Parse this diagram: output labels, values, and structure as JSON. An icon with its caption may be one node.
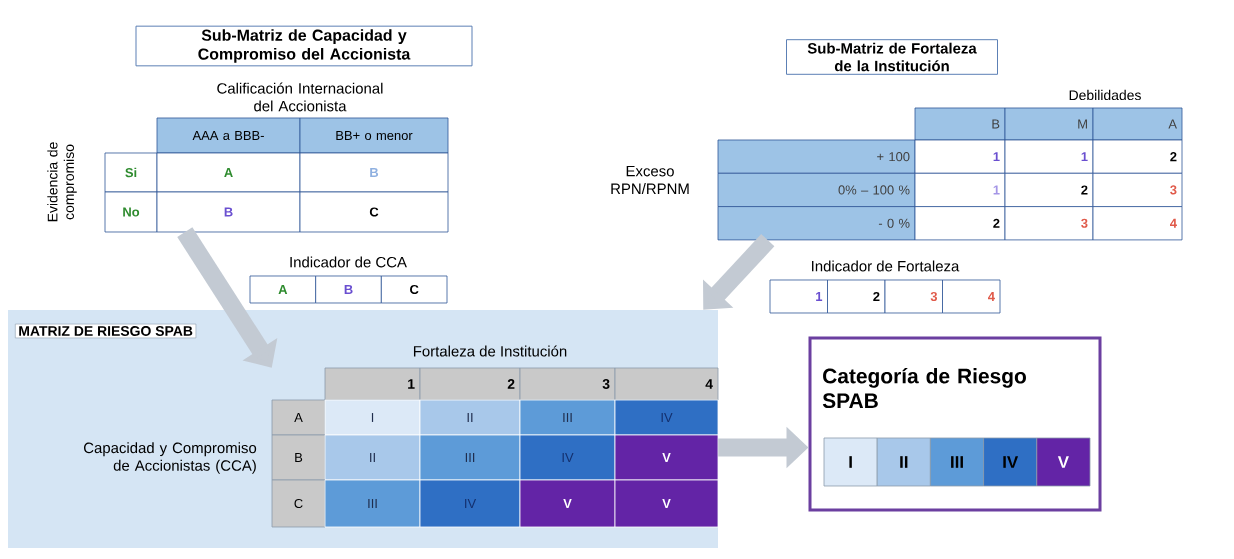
{
  "diagram": {
    "nodes": [
      {
        "text": [
          "Sub-Matriz de Capacidad y Compromiso del Accionista"
        ]
      },
      {
        "text": [
          "AAA a BBB-",
          "BB+ o menor",
          "Si",
          "A",
          "B",
          "No",
          "B",
          "C"
        ],
        "beside": [
          "Calificación Internacional del Accionista",
          "Evidencia de compromiso"
        ]
      },
      {
        "text": [
          "A",
          "B",
          "C"
        ],
        "beside": [
          "Indicador de CCA"
        ]
      },
      {
        "text": [
          "Sub-Matriz de Fortaleza de la Institución"
        ]
      },
      {
        "text": [
          "B",
          "M",
          "A",
          "+ 100",
          "1",
          "1",
          "2",
          "0% – 100 %",
          "1",
          "2",
          "3",
          "- 0 %",
          "2",
          "3",
          "4"
        ],
        "beside": [
          "Debilidades",
          "Exceso RPN/RPNM"
        ]
      },
      {
        "text": [
          "1",
          "2",
          "3",
          "4"
        ],
        "beside": [
          "Indicador de Fortaleza"
        ]
      },
      {
        "text": [
          "MATRIZ DE RIESGO SPAB"
        ]
      },
      {
        "text": [
          "1",
          "2",
          "3",
          "4",
          "A",
          "I",
          "II",
          "III",
          "IV",
          "B",
          "II",
          "III",
          "IV",
          "V",
          "C",
          "III",
          "IV",
          "V",
          "V"
        ],
        "beside": [
          "Fortaleza de Institución",
          "Capacidad y Compromiso de Accionistas (CCA)"
        ],
        "in": 6
      },
      {
        "text": [
          "Categoría de Riesgo SPAB",
          "I",
          "II",
          "III",
          "IV",
          "V"
        ]
      }
    ],
    "edges": [
      {
        "from": 1,
        "to": 7,
        "arrow": "to"
      },
      {
        "from": 4,
        "to": 6,
        "arrow": "to"
      },
      {
        "from": 7,
        "to": 8,
        "arrow": "to"
      }
    ]
  }
}
